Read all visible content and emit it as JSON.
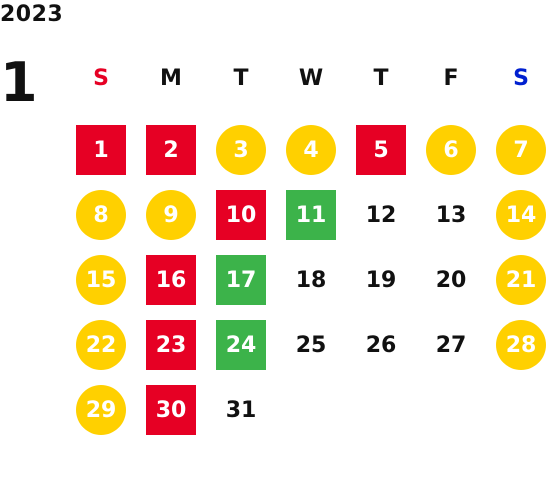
{
  "calendar": {
    "year": "2023",
    "month": "1",
    "weekdays": [
      {
        "label": "S",
        "color": "#e60024"
      },
      {
        "label": "M",
        "color": "#111111"
      },
      {
        "label": "T",
        "color": "#111111"
      },
      {
        "label": "W",
        "color": "#111111"
      },
      {
        "label": "T",
        "color": "#111111"
      },
      {
        "label": "F",
        "color": "#111111"
      },
      {
        "label": "S",
        "color": "#0020d0"
      }
    ],
    "first_weekday_index": 0,
    "days": [
      {
        "day": "1",
        "mark": "red"
      },
      {
        "day": "2",
        "mark": "red"
      },
      {
        "day": "3",
        "mark": "yellow"
      },
      {
        "day": "4",
        "mark": "yellow"
      },
      {
        "day": "5",
        "mark": "red"
      },
      {
        "day": "6",
        "mark": "yellow"
      },
      {
        "day": "7",
        "mark": "yellow"
      },
      {
        "day": "8",
        "mark": "yellow"
      },
      {
        "day": "9",
        "mark": "yellow"
      },
      {
        "day": "10",
        "mark": "red"
      },
      {
        "day": "11",
        "mark": "green"
      },
      {
        "day": "12",
        "mark": "none"
      },
      {
        "day": "13",
        "mark": "none"
      },
      {
        "day": "14",
        "mark": "yellow"
      },
      {
        "day": "15",
        "mark": "yellow"
      },
      {
        "day": "16",
        "mark": "red"
      },
      {
        "day": "17",
        "mark": "green"
      },
      {
        "day": "18",
        "mark": "none"
      },
      {
        "day": "19",
        "mark": "none"
      },
      {
        "day": "20",
        "mark": "none"
      },
      {
        "day": "21",
        "mark": "yellow"
      },
      {
        "day": "22",
        "mark": "yellow"
      },
      {
        "day": "23",
        "mark": "red"
      },
      {
        "day": "24",
        "mark": "green"
      },
      {
        "day": "25",
        "mark": "none"
      },
      {
        "day": "26",
        "mark": "none"
      },
      {
        "day": "27",
        "mark": "none"
      },
      {
        "day": "28",
        "mark": "yellow"
      },
      {
        "day": "29",
        "mark": "yellow"
      },
      {
        "day": "30",
        "mark": "red"
      },
      {
        "day": "31",
        "mark": "none"
      }
    ]
  },
  "colors": {
    "red": "#e60024",
    "green": "#3cb34a",
    "yellow": "#ffd000",
    "blue": "#0020d0",
    "text": "#111111"
  }
}
